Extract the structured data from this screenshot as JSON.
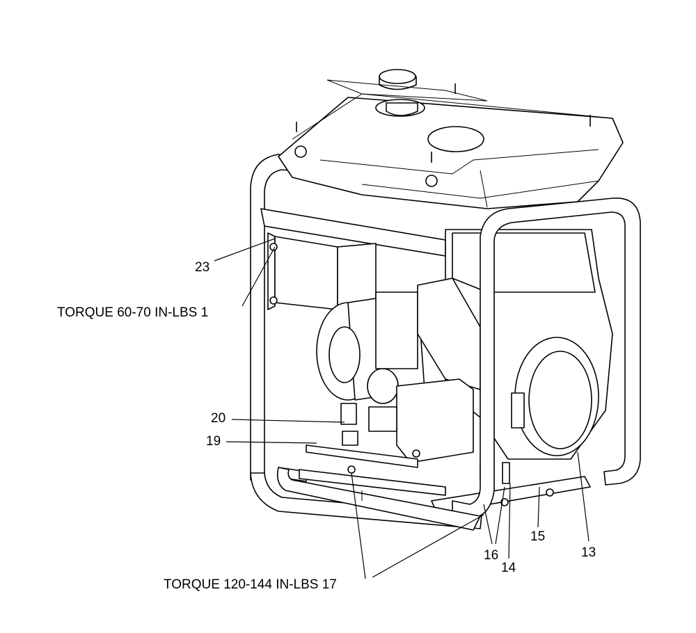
{
  "callouts": {
    "c23": "23",
    "c1": "TORQUE 60-70 IN-LBS 1",
    "c20": "20",
    "c19": "19",
    "c17": "TORQUE 120-144 IN-LBS 17",
    "c16": "16",
    "c14": "14",
    "c15": "15",
    "c13": "13"
  }
}
